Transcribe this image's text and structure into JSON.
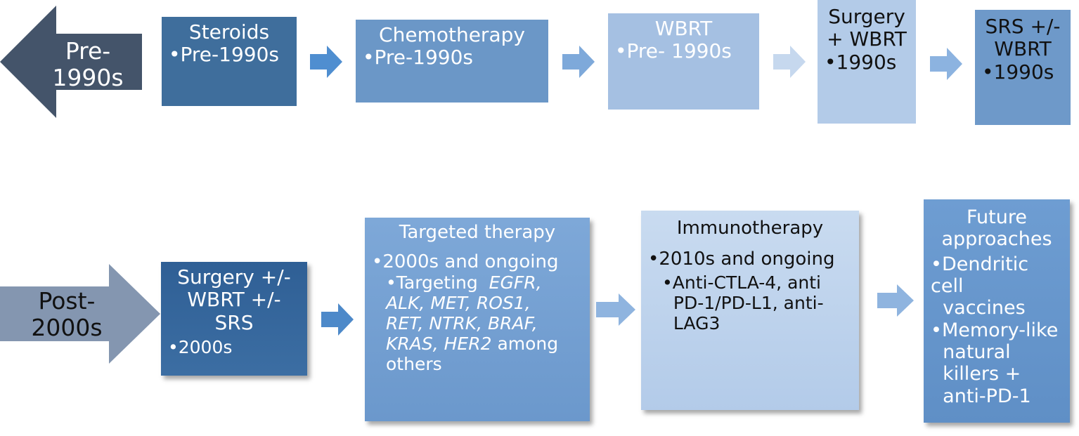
{
  "row1": {
    "era_arrow": {
      "line1": "Pre-",
      "line2": "1990s"
    },
    "boxes": [
      {
        "title": "Steroids",
        "bullet": "Pre-1990s"
      },
      {
        "title": "Chemotherapy",
        "bullet": "Pre-1990s"
      },
      {
        "title": "WBRT",
        "bullet": "Pre- 1990s"
      },
      {
        "title_line1": "Surgery",
        "title_line2": "+ WBRT",
        "bullet": "1990s"
      },
      {
        "title_line1": "SRS +/-",
        "title_line2": "WBRT",
        "bullet": "1990s"
      }
    ]
  },
  "row2": {
    "era_arrow": {
      "line1": "Post-",
      "line2": "2000s"
    },
    "surgery": {
      "title_line1": "Surgery +/-",
      "title_line2": "WBRT +/-",
      "title_line3": "SRS",
      "bullet": "2000s"
    },
    "targeted": {
      "title": "Targeted therapy",
      "bullet": "2000s and ongoing",
      "sub_prefix": "Targeting",
      "genes_1": "EGFR,",
      "genes_2": "ALK, MET, ROS1,",
      "genes_3": "RET, NTRK, BRAF,",
      "genes_4": "KRAS, HER2",
      "sub_suffix_1": " among",
      "sub_suffix_2": "others"
    },
    "immuno": {
      "title": "Immunotherapy",
      "bullet": "2010s and ongoing",
      "sub_line1": "Anti-CTLA-4, anti",
      "sub_line2": "PD-1/PD-L1, anti-",
      "sub_line3": "LAG3"
    },
    "future": {
      "title_line1": "Future",
      "title_line2": "approaches",
      "b1_line1": "Dendritic cell",
      "b1_line2": "vaccines",
      "b2_line1": "Memory-like",
      "b2_line2": "natural",
      "b2_line3": "killers +",
      "b2_line4": "anti-PD-1"
    }
  },
  "colors": {
    "steroids": "#3f6e9c",
    "chemo": "#6b97c7",
    "wbrt": "#a5c0e2",
    "surgery_wbrt": "#b3cbe8",
    "srs": "#6e99c9",
    "pre_arrow": "#44546a",
    "post_arrow": "#8496b0"
  }
}
